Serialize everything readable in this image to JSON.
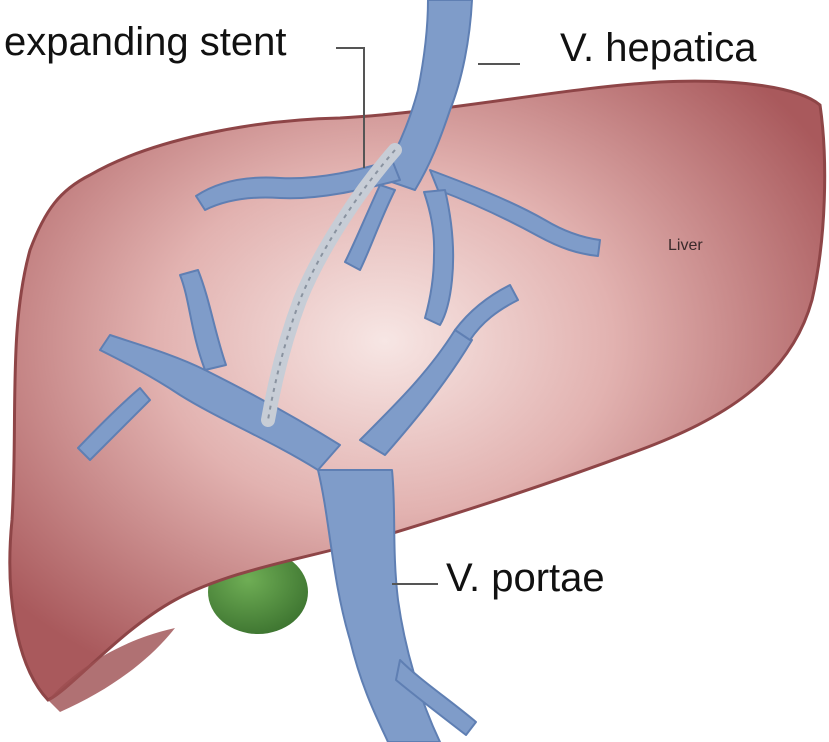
{
  "labels": {
    "stent": "expanding stent",
    "hepatica": "V. hepatica",
    "portae": "V. portae",
    "liver": "Liver"
  },
  "colors": {
    "liver": "#b8686a",
    "liver_light": "#f2dcdc",
    "vein": "#7f9cc9",
    "vein_dark": "#5f7fb3",
    "gallbladder": "#4c8a3c",
    "stent": "#c7cdd6"
  }
}
